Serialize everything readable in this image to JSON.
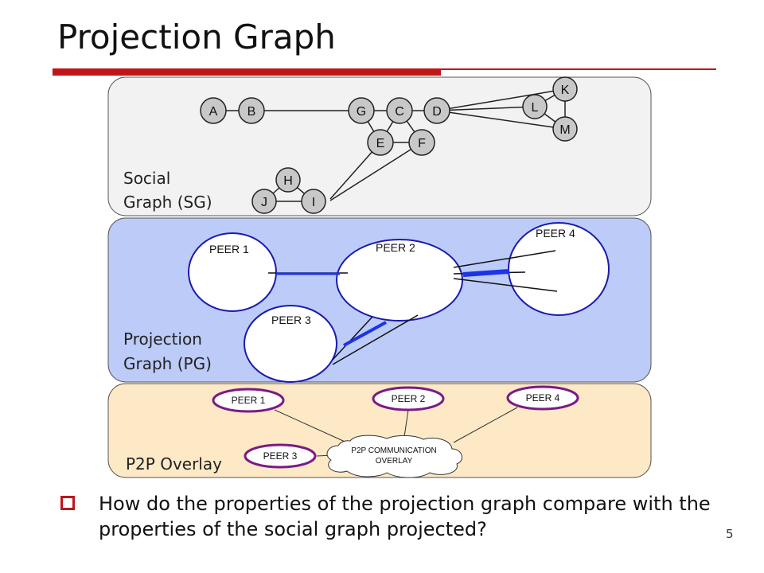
{
  "title": "Projection Graph",
  "colors": {
    "accent": "#c0161a",
    "sg_bg": "#f2f2f2",
    "pg_bg": "#bccbf7",
    "p2p_bg": "#fde9c6",
    "node": "#c8c8c8",
    "peer_border": "#1a1ab0",
    "overlay_peer_border": "#7a1a86",
    "highlight_edge": "#1d33e6"
  },
  "social_graph": {
    "label_line1": "Social",
    "label_line2": "Graph (SG)",
    "nodes": [
      "A",
      "B",
      "G",
      "C",
      "D",
      "E",
      "F",
      "K",
      "L",
      "M",
      "H",
      "J",
      "I"
    ]
  },
  "projection_graph": {
    "label_line1": "Projection",
    "label_line2": "Graph (PG)",
    "peers": [
      "PEER 1",
      "PEER 2",
      "PEER 3",
      "PEER 4"
    ]
  },
  "p2p_overlay": {
    "label": "P2P Overlay",
    "peers": [
      "PEER 1",
      "PEER 2",
      "PEER 4",
      "PEER 3"
    ],
    "cloud_line1": "P2P COMMUNICATION",
    "cloud_line2": "OVERLAY"
  },
  "bullet": "How do the properties of the projection graph compare with the properties of the social graph projected?",
  "slide_number": "5"
}
